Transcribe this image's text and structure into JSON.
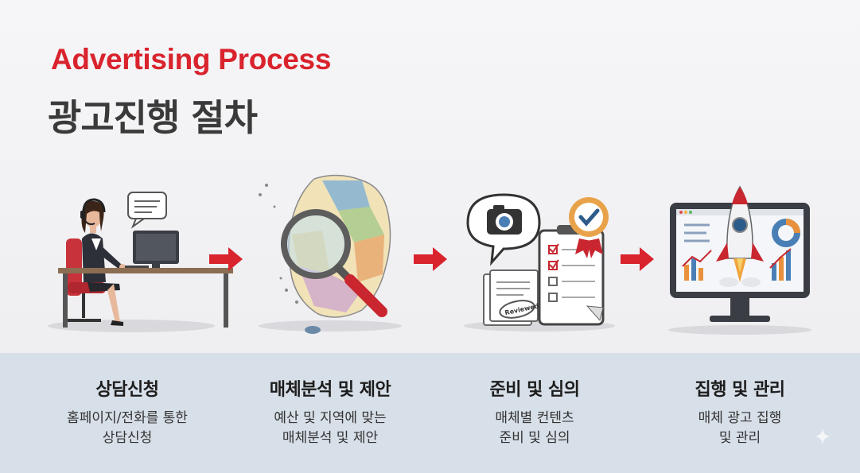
{
  "header": {
    "title_en": "Advertising Process",
    "title_ko": "광고진행 절차"
  },
  "colors": {
    "accent": "#d9232d",
    "title": "#3a3a3a",
    "band": "#d7dfe8"
  },
  "steps": [
    {
      "icon": "consultant-desk-icon",
      "title": "상담신청",
      "desc_line1": "홈페이지/전화를 통한",
      "desc_line2": "상담신청"
    },
    {
      "icon": "map-magnifier-icon",
      "title": "매체분석 및 제안",
      "desc_line1": "예산 및 지역에 맞는",
      "desc_line2": "매체분석 및 제안"
    },
    {
      "icon": "checklist-camera-icon",
      "title": "준비 및 심의",
      "desc_line1": "매체별 컨텐츠",
      "desc_line2": "준비 및 심의"
    },
    {
      "icon": "rocket-monitor-icon",
      "title": "집행 및 관리",
      "desc_line1": "매체 광고 집행",
      "desc_line2": "및 관리"
    }
  ],
  "illustration_text": {
    "stamp": "Reviewed"
  }
}
